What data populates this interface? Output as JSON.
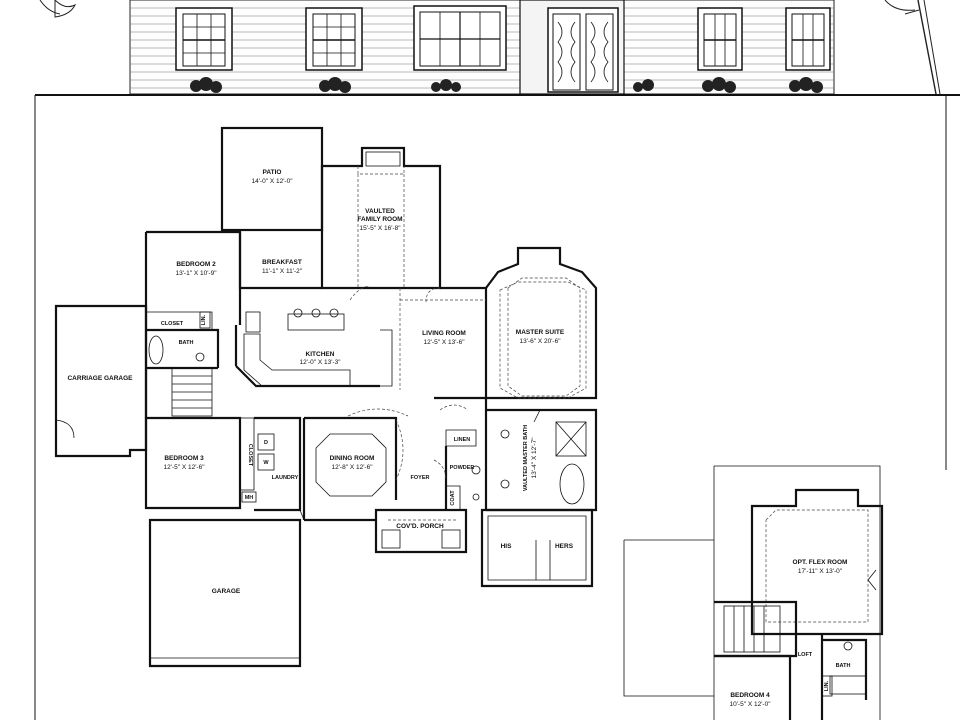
{
  "elevation": {
    "description_icons": [
      "tree-icon",
      "shrub-icon",
      "window-icon",
      "door-icon"
    ]
  },
  "main_floor": {
    "patio": {
      "name": "PATIO",
      "dims": "14'-0\" X 12'-0\""
    },
    "family": {
      "line1": "VAULTED",
      "line2": "FAMILY ROOM",
      "dims": "15'-5\" X 16'-8\""
    },
    "bedroom2": {
      "name": "BEDROOM 2",
      "dims": "13'-1\" X 10'-9\""
    },
    "breakfast": {
      "name": "BREAKFAST",
      "dims": "11'-1\" X 11'-2\""
    },
    "closet": {
      "name": "CLOSET"
    },
    "lin": {
      "name": "LIN."
    },
    "bath": {
      "name": "BATH"
    },
    "kitchen": {
      "name": "KITCHEN",
      "dims": "12'-0\" X 13'-3\""
    },
    "living": {
      "name": "LIVING ROOM",
      "dims": "12'-5\" X 13'-6\""
    },
    "master": {
      "name": "MASTER SUITE",
      "dims": "13'-6\" X 20'-6\""
    },
    "carriage": {
      "name": "CARRIAGE GARAGE"
    },
    "bedroom3": {
      "name": "BEDROOM 3",
      "dims": "12'-5\" X 12'-6\""
    },
    "closet_v": {
      "name": "CLOSET"
    },
    "d": {
      "name": "D"
    },
    "w": {
      "name": "W"
    },
    "laundry": {
      "name": "LAUNDRY"
    },
    "dining": {
      "name": "DINING ROOM",
      "dims": "12'-8\" X 12'-6\""
    },
    "linen": {
      "name": "LINEN"
    },
    "powder": {
      "name": "POWDER"
    },
    "foyer": {
      "name": "FOYER"
    },
    "coat": {
      "name": "COAT"
    },
    "master_bath": {
      "name": "VAULTED MASTER BATH",
      "dims": "13'-4\" X 12'-7\""
    },
    "porch": {
      "name": "COV'D. PORCH"
    },
    "his": {
      "name": "HIS"
    },
    "hers": {
      "name": "HERS"
    },
    "garage": {
      "name": "GARAGE"
    },
    "mh": {
      "name": "MH"
    }
  },
  "upper_floor": {
    "flex": {
      "name": "OPT. FLEX ROOM",
      "dims": "17'-11\" X 13'-0\""
    },
    "loft": {
      "name": "LOFT"
    },
    "bath": {
      "name": "BATH"
    },
    "lin": {
      "name": "LIN."
    },
    "bedroom4": {
      "name": "BEDROOM 4",
      "dims": "10'-5\" X 12'-0\""
    }
  }
}
